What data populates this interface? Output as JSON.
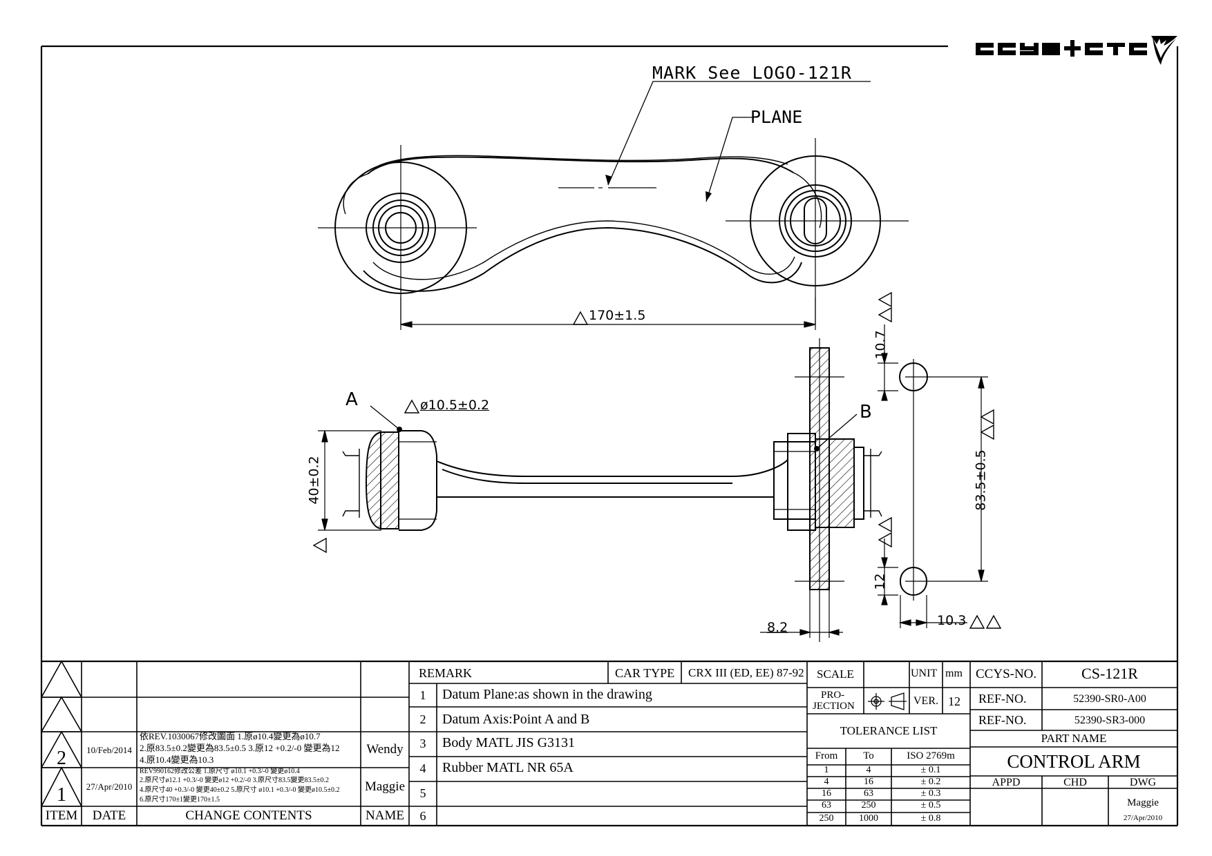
{
  "company": {
    "logo_text": "ccys+ctc"
  },
  "drawing": {
    "callouts": {
      "mark": "MARK See LOGO-121R",
      "plane": "PLANE",
      "datum_a": "A",
      "datum_b": "B"
    },
    "dims": {
      "center_distance": "170±1.5",
      "bore_diameter": "ø10.5±0.2",
      "bushing_width": "40±0.2",
      "hole_offset_top": "10.7",
      "hole_spacing": "83.5±0.5",
      "hole_height": "12",
      "hole_width": "10.3",
      "plate_thickness": "8.2"
    }
  },
  "revisions": {
    "rows": [
      {
        "item": "",
        "date": "",
        "contents": "",
        "name": ""
      },
      {
        "item": "",
        "date": "",
        "contents": "",
        "name": ""
      },
      {
        "item": "2",
        "date": "10/Feb/2014",
        "lines": [
          "依REV.1030067修改圖面 1.原ø10.4變更為ø10.7",
          "2.原83.5±0.2變更為83.5±0.5 3.原12 +0.2/-0 變更為12",
          "4.原10.4變更為10.3"
        ],
        "name": "Wendy"
      },
      {
        "item": "1",
        "date": "27/Apr/2010",
        "lines": [
          "REV990162修改公差 1.原尺寸 ø10.1 +0.3/-0 變更ø10.4",
          "2.原尺寸ø12.1 +0.3/-0 變更ø12 +0.2/-0 3.原尺寸83.5變更83.5±0.2",
          "4.原尺寸40 +0.3/-0 變更40±0.2 5.原尺寸 ø10.1 +0.3/-0 變更ø10.5±0.2",
          "6.原尺寸170±1變更170±1.5"
        ],
        "name": "Maggie"
      }
    ],
    "headers": {
      "item": "ITEM",
      "date": "DATE",
      "contents": "CHANGE CONTENTS",
      "name": "NAME"
    }
  },
  "remarks": {
    "header": "REMARK",
    "car_type_label": "CAR TYPE",
    "car_type_value": "CRX III (ED, EE) 87-92",
    "items": [
      {
        "no": "1",
        "text": "Datum Plane:as shown in the drawing"
      },
      {
        "no": "2",
        "text": "Datum Axis:Point A and B"
      },
      {
        "no": "3",
        "text": "Body MATL JIS G3131"
      },
      {
        "no": "4",
        "text": "Rubber MATL NR 65A"
      },
      {
        "no": "5",
        "text": ""
      },
      {
        "no": "6",
        "text": ""
      }
    ]
  },
  "title_block": {
    "scale_label": "SCALE",
    "scale_value": "",
    "unit_label": "UNIT",
    "unit_value": "mm",
    "projection_label_1": "PRO-",
    "projection_label_2": "JECTION",
    "ver_label": "VER.",
    "ver_value": "12",
    "tolerance_title": "TOLERANCE LIST",
    "tolerance_headers": [
      "From",
      "To",
      "ISO 2769m"
    ],
    "tolerance_rows": [
      [
        "1",
        "4",
        "± 0.1"
      ],
      [
        "4",
        "16",
        "± 0.2"
      ],
      [
        "16",
        "63",
        "± 0.3"
      ],
      [
        "63",
        "250",
        "± 0.5"
      ],
      [
        "250",
        "1000",
        "± 0.8"
      ]
    ],
    "ccys_no_label": "CCYS-NO.",
    "ccys_no_value": "CS-121R",
    "ref_no_label_1": "REF-NO.",
    "ref_no_value_1": "52390-SR0-A00",
    "ref_no_label_2": "REF-NO.",
    "ref_no_value_2": "52390-SR3-000",
    "part_name_label": "PART NAME",
    "part_name_value": "CONTROL ARM",
    "appd_label": "APPD",
    "chd_label": "CHD",
    "dwg_label": "DWG",
    "dwg_name": "Maggie",
    "dwg_date": "27/Apr/2010"
  }
}
